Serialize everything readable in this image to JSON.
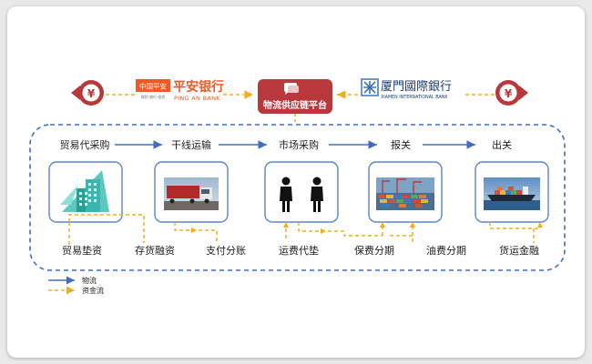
{
  "banks": {
    "left": {
      "badge": "中国平安",
      "name_cn": "平安银行",
      "name_en": "PING AN BANK",
      "badge_sub": "保险·银行·投资"
    },
    "right": {
      "name_cn": "厦門國際銀行",
      "name_en": "XIAMEN INTERNATIONAL BANK"
    }
  },
  "yen_symbol": "¥",
  "platform": {
    "title": "物流供应链平台"
  },
  "stages": [
    "贸易代采购",
    "干线运输",
    "市场采购",
    "报关",
    "出关"
  ],
  "finance": [
    "贸易垫资",
    "存货融资",
    "支付分账",
    "运费代垫",
    "保费分期",
    "油费分期",
    "货运金融"
  ],
  "legend": {
    "logistics": "物流",
    "funds": "资金流"
  },
  "colors": {
    "blue": "#3f6dbf",
    "orange": "#f0ad1f",
    "accent_red": "#b8383b",
    "box_border": "#5b85c9"
  },
  "icons": [
    "building-icon",
    "truck-photo-icon",
    "people-icon",
    "port-photo-icon",
    "ship-photo-icon"
  ]
}
